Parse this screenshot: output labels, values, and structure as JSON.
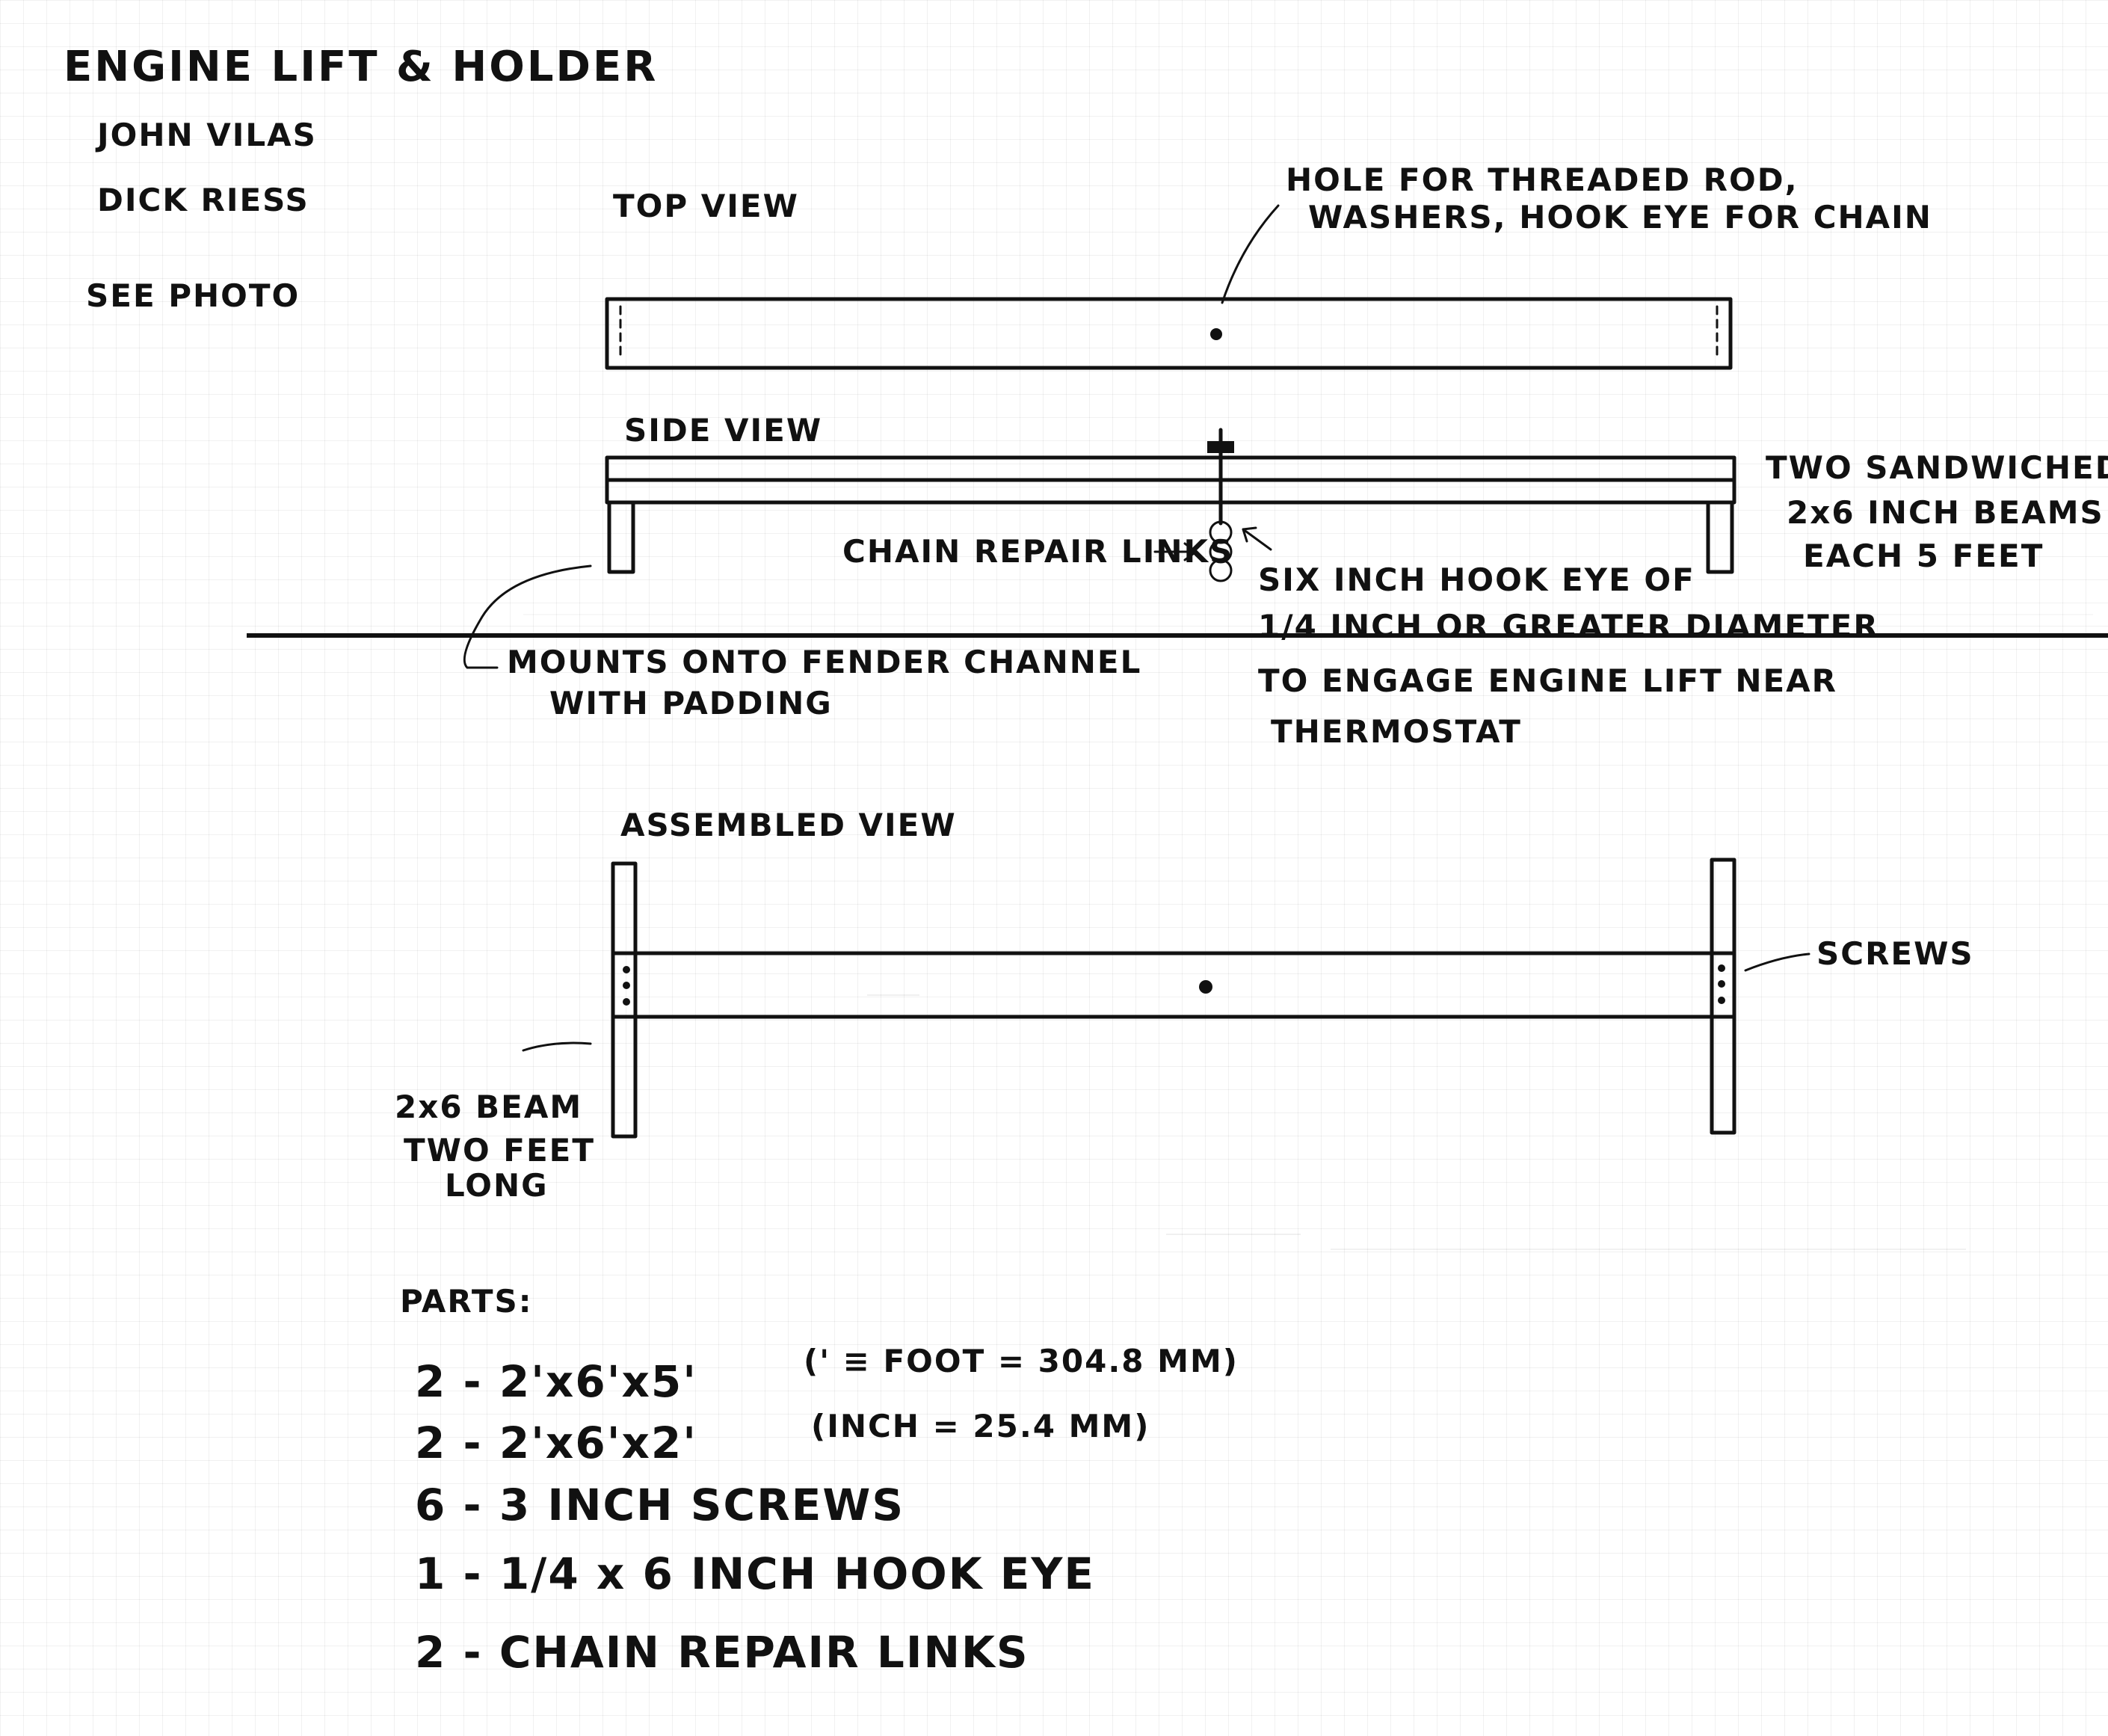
{
  "header": {
    "title": "ENGINE LIFT & HOLDER",
    "author_1": "JOHN VILAS",
    "author_2": "DICK RIESS",
    "see_photo": "SEE PHOTO"
  },
  "top_view": {
    "title": "TOP VIEW",
    "hole_note_line1": "HOLE FOR THREADED ROD,",
    "hole_note_line2": "WASHERS, HOOK EYE FOR CHAIN"
  },
  "side_view": {
    "title": "SIDE VIEW",
    "beams_note_line1": "TWO SANDWICHED",
    "beams_note_line2": "2x6 INCH BEAMS",
    "beams_note_line3": "EACH 5 FEET",
    "chain_label": "CHAIN REPAIR LINKS",
    "hook_note_line1": "SIX INCH HOOK EYE OF",
    "hook_note_line2": "1/4 INCH OR GREATER DIAMETER",
    "hook_note_line3": "TO ENGAGE ENGINE LIFT NEAR",
    "hook_note_line4": "THERMOSTAT",
    "mount_note_line1": "MOUNTS ONTO FENDER CHANNEL",
    "mount_note_line2": "WITH PADDING"
  },
  "assembled_view": {
    "title": "ASSEMBLED VIEW",
    "screws_label": "SCREWS",
    "beam_note_line1": "2x6 BEAM",
    "beam_note_line2": "TWO FEET",
    "beam_note_line3": "LONG"
  },
  "parts": {
    "heading": "PARTS:",
    "items": [
      "2 - 2'x6'x5'",
      "2 - 2'x6'x2'",
      "6 - 3 INCH SCREWS",
      "1 - 1/4 x 6 INCH HOOK EYE",
      "2 - CHAIN REPAIR LINKS"
    ],
    "unit_foot": "(' ≡ FOOT = 304.8 MM)",
    "unit_inch": "(INCH = 25.4 MM)"
  },
  "colors": {
    "ink": "#111111",
    "paper": "#ffffff",
    "grid": "#e6e6e6"
  }
}
